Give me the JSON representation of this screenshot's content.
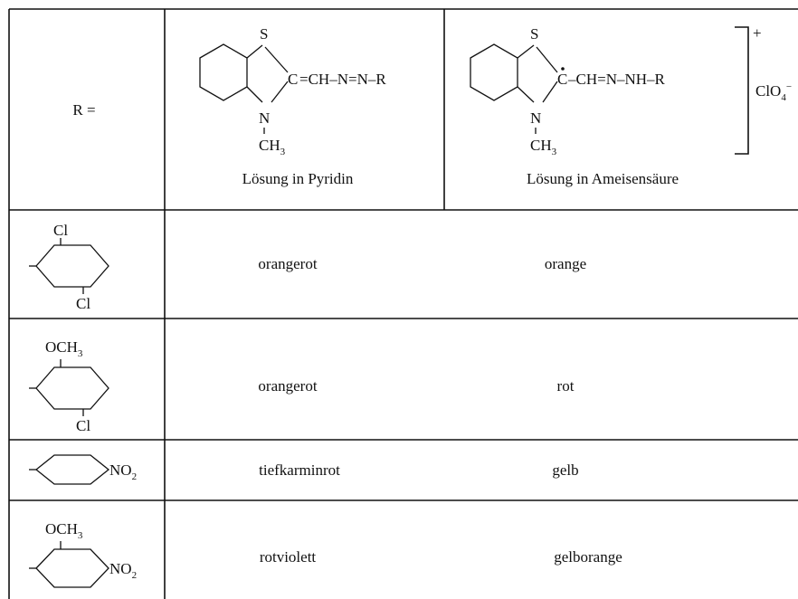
{
  "header": {
    "r_label": "R =",
    "pyridin_caption": "Lösung in Pyridin",
    "ameisensaeure_caption": "Lösung in Ameisensäure",
    "charge": "+",
    "anion": "ClO",
    "anion_sub": "4",
    "anion_sup": "−",
    "atom_s": "S",
    "atom_n": "N",
    "atom_c": "C",
    "methyl_ch": "CH",
    "methyl_sub": "3",
    "pyridin_chain": "=CH–N=N–R",
    "ameisensaeure_chain": "–CH=N–NH–R"
  },
  "rows": [
    {
      "substituent": {
        "top_label": "Cl",
        "bottom_label": "Cl"
      },
      "pyridin": "orangerot",
      "ameisensaeure": "orange"
    },
    {
      "substituent": {
        "top_label": "OCH",
        "top_sub": "3",
        "bottom_label": "Cl"
      },
      "pyridin": "orangerot",
      "ameisensaeure": "rot"
    },
    {
      "substituent": {
        "right_label": "NO",
        "right_sub": "2"
      },
      "pyridin": "tiefkarminrot",
      "ameisensaeure": "gelb"
    },
    {
      "substituent": {
        "top_label": "OCH",
        "top_sub": "3",
        "right_label": "NO",
        "right_sub": "2"
      },
      "pyridin": "rotviolett",
      "ameisensaeure": "gelborange"
    }
  ]
}
